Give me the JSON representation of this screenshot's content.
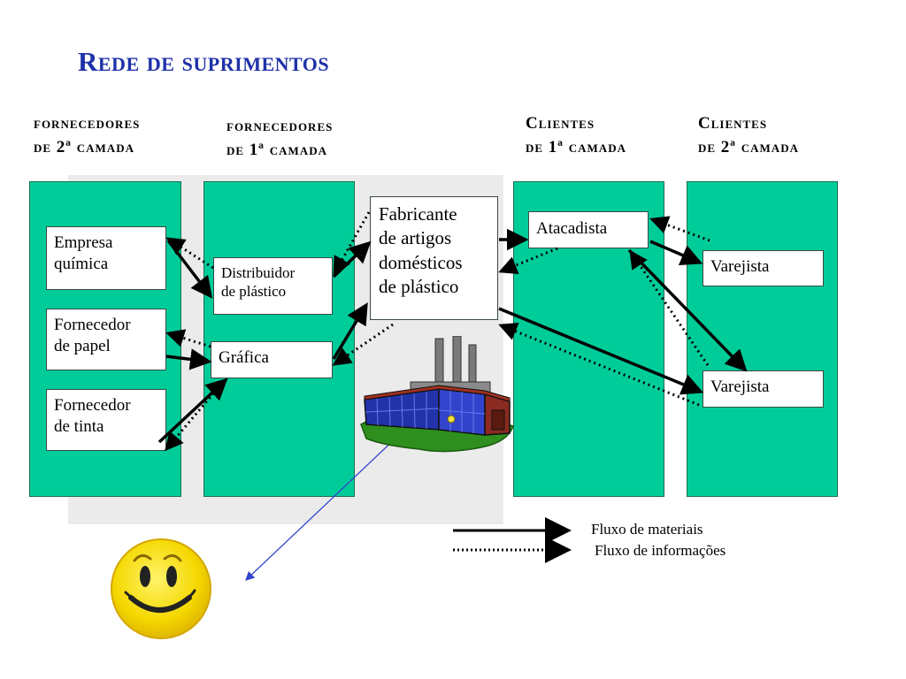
{
  "title": "Rede de suprimentos",
  "columns": {
    "tier2_suppliers": {
      "line1": "fornecedores",
      "line2": "de 2ª  camada"
    },
    "tier1_suppliers": {
      "line1": "fornecedores",
      "line2": "de 1ª  camada"
    },
    "tier1_customers": {
      "line1": "Clientes",
      "line2": "de 1ª  camada"
    },
    "tier2_customers": {
      "line1": "Clientes",
      "line2": "de 2ª  camada"
    }
  },
  "nodes": {
    "empresa_quimica": {
      "line1": "Empresa",
      "line2": "química"
    },
    "fornecedor_papel": {
      "line1": "Fornecedor",
      "line2": "de papel"
    },
    "fornecedor_tinta": {
      "line1": "Fornecedor",
      "line2": "de tinta"
    },
    "distribuidor": {
      "line1": "Distribuidor",
      "line2": "de plástico"
    },
    "grafica": {
      "line1": "Gráfica"
    },
    "fabricante": {
      "line1": "Fabricante",
      "line2": "de artigos",
      "line3": "domésticos",
      "line4": "de plástico"
    },
    "atacadista": {
      "line1": "Atacadista"
    },
    "varejista_1": {
      "line1": "Varejista"
    },
    "varejista_2": {
      "line1": "Varejista"
    }
  },
  "legend": {
    "materials": "Fluxo de materiais",
    "information": "Fluxo de informações"
  },
  "colors": {
    "title": "#1f31a8",
    "column_fill": "#00cc99",
    "background_panel": "#ebebeb",
    "pointer_line": "#3344cc"
  },
  "icons": [
    "factory-icon",
    "smiley-icon"
  ]
}
